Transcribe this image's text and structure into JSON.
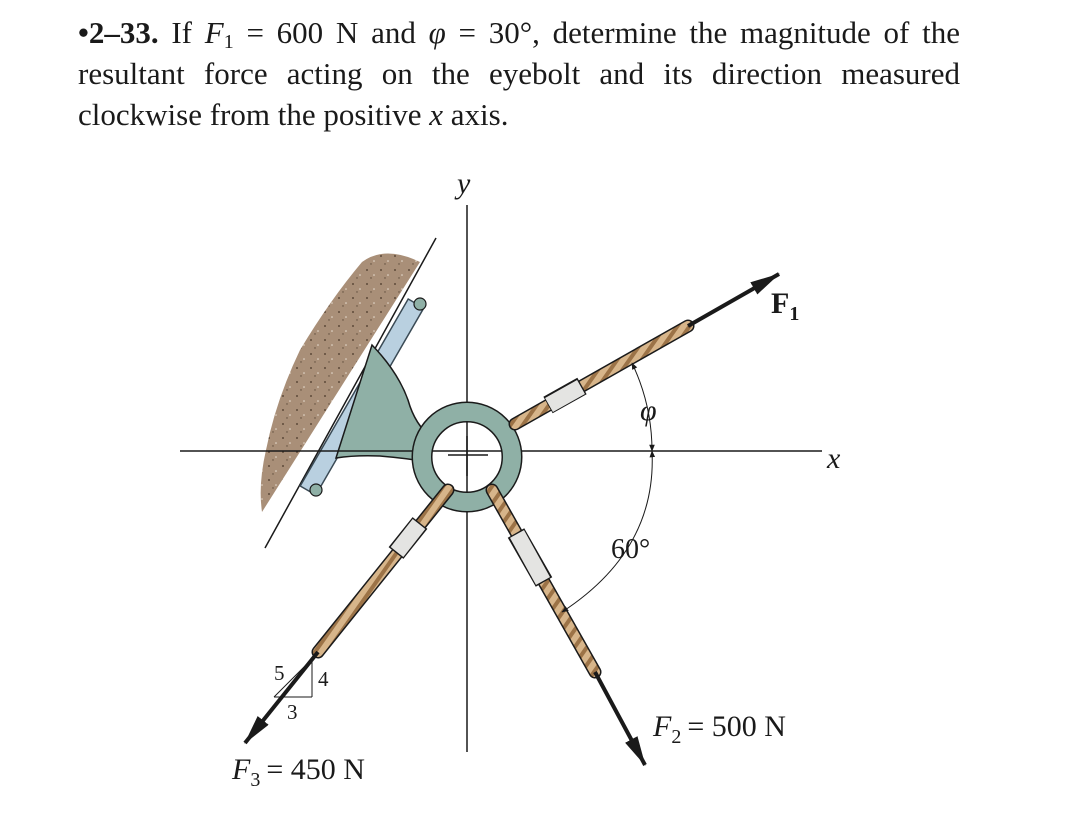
{
  "problem": {
    "number": "•2–33.",
    "lead": "If",
    "f1_sym": "F",
    "f1_sub": "1",
    "f1_eq": "= 600 N",
    "and": "and",
    "phi_sym": "φ",
    "phi_eq": "= 30°,",
    "rest1": "determine the magnitude of the resultant force acting on the eyebolt and its direction measured clockwise from the positive",
    "x_sym": "x",
    "rest2": "axis."
  },
  "figure": {
    "y_axis_label": "y",
    "x_axis_label": "x",
    "f1_label": "F",
    "f1_label_sub": "1",
    "phi_label": "φ",
    "angle_60_label": "60°",
    "f2_label_sym": "F",
    "f2_label_sub": "2",
    "f2_label_eq": "= 500 N",
    "f3_label_sym": "F",
    "f3_label_sub": "3",
    "f3_label_eq": "= 450 N",
    "slope_5": "5",
    "slope_4": "4",
    "slope_3": "3"
  },
  "colors": {
    "wall": "#a98f78",
    "plate": "#b9d0e0",
    "eyebolt": "#8fb0a6",
    "rope": "#d7b58a",
    "sleeve": "#e4e4e2",
    "ink": "#1a1a1a"
  }
}
